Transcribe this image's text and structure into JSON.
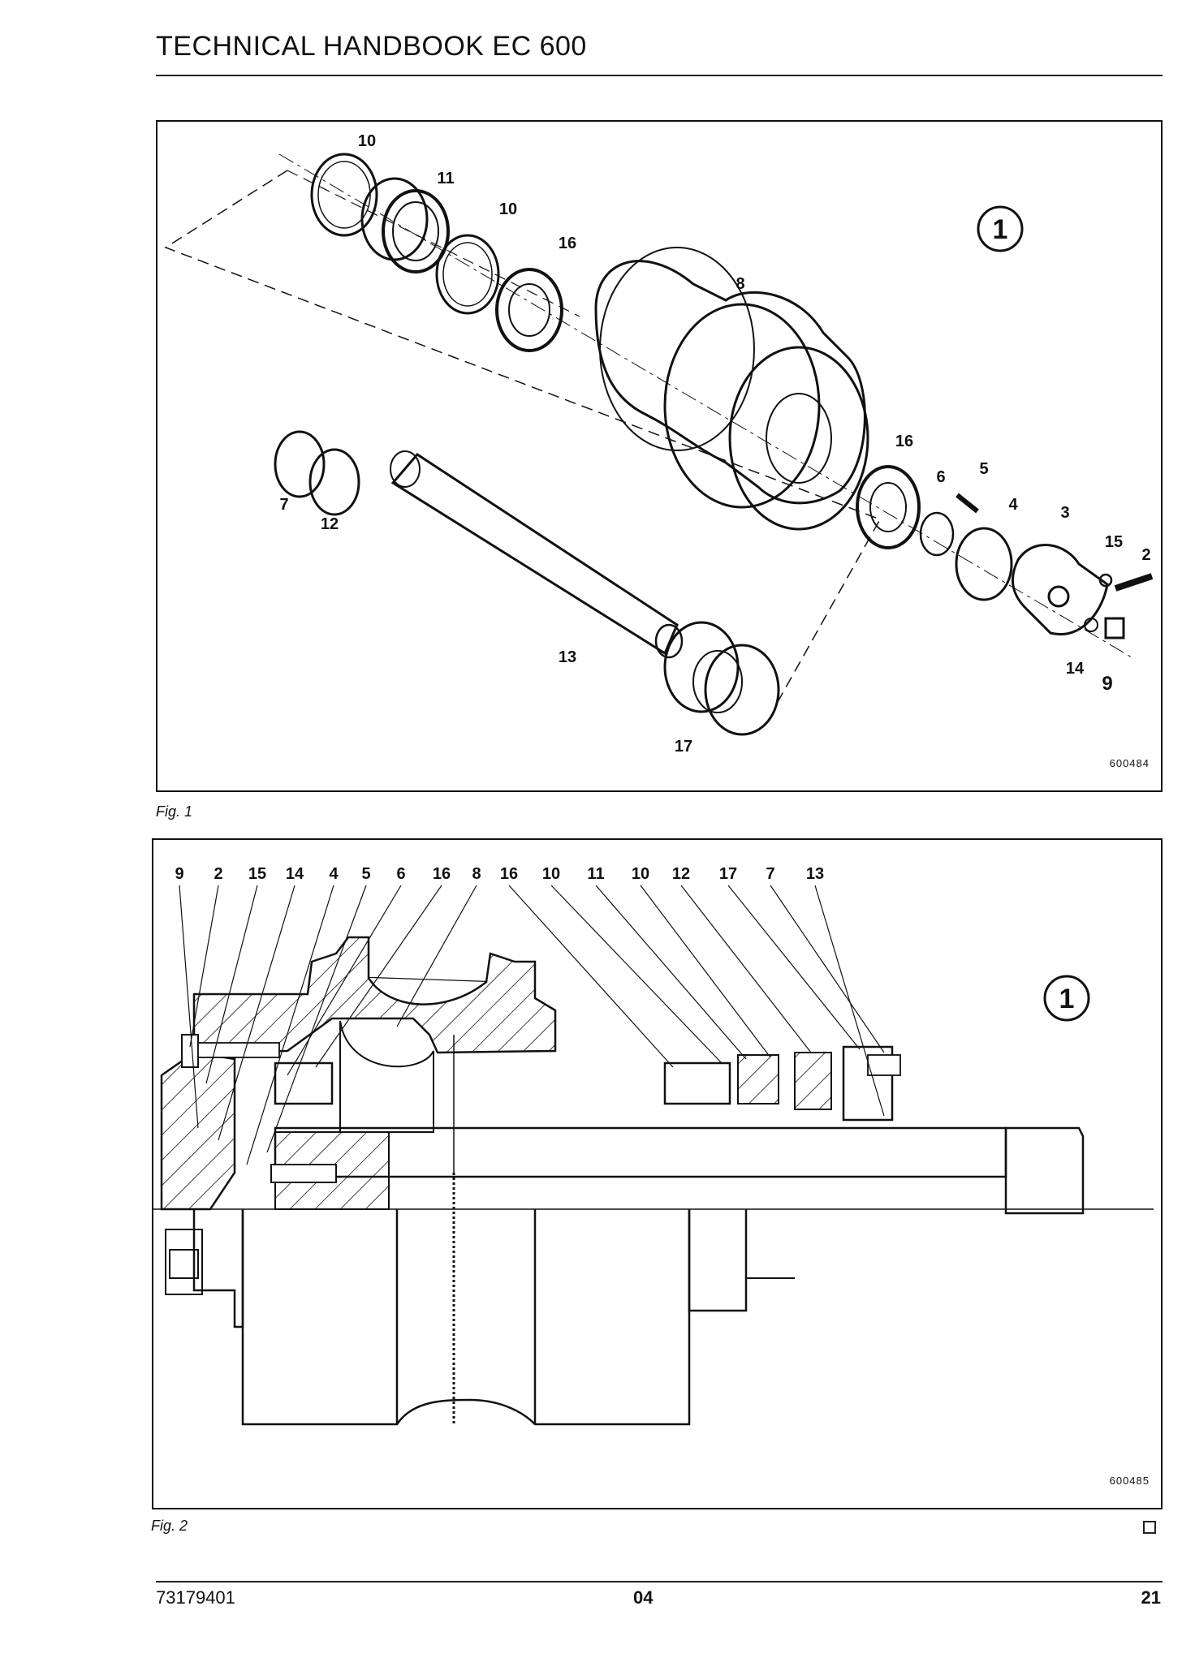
{
  "header": {
    "title": "TECHNICAL HANDBOOK EC 600"
  },
  "figure1": {
    "caption": "Fig. 1",
    "drawing_number": "600484",
    "circle_label": "1",
    "parts": [
      "10",
      "11",
      "10",
      "16",
      "8",
      "16",
      "6",
      "5",
      "4",
      "3",
      "15",
      "2",
      "7",
      "12",
      "13",
      "17",
      "14",
      "9"
    ]
  },
  "figure2": {
    "caption": "Fig. 2",
    "drawing_number": "600485",
    "circle_label": "1",
    "callouts": [
      "9",
      "2",
      "15",
      "14",
      "4",
      "5",
      "6",
      "16",
      "8",
      "16",
      "10",
      "11",
      "10",
      "12",
      "17",
      "7",
      "13"
    ]
  },
  "footer": {
    "document_number": "73179401",
    "section": "04",
    "page": "21"
  }
}
